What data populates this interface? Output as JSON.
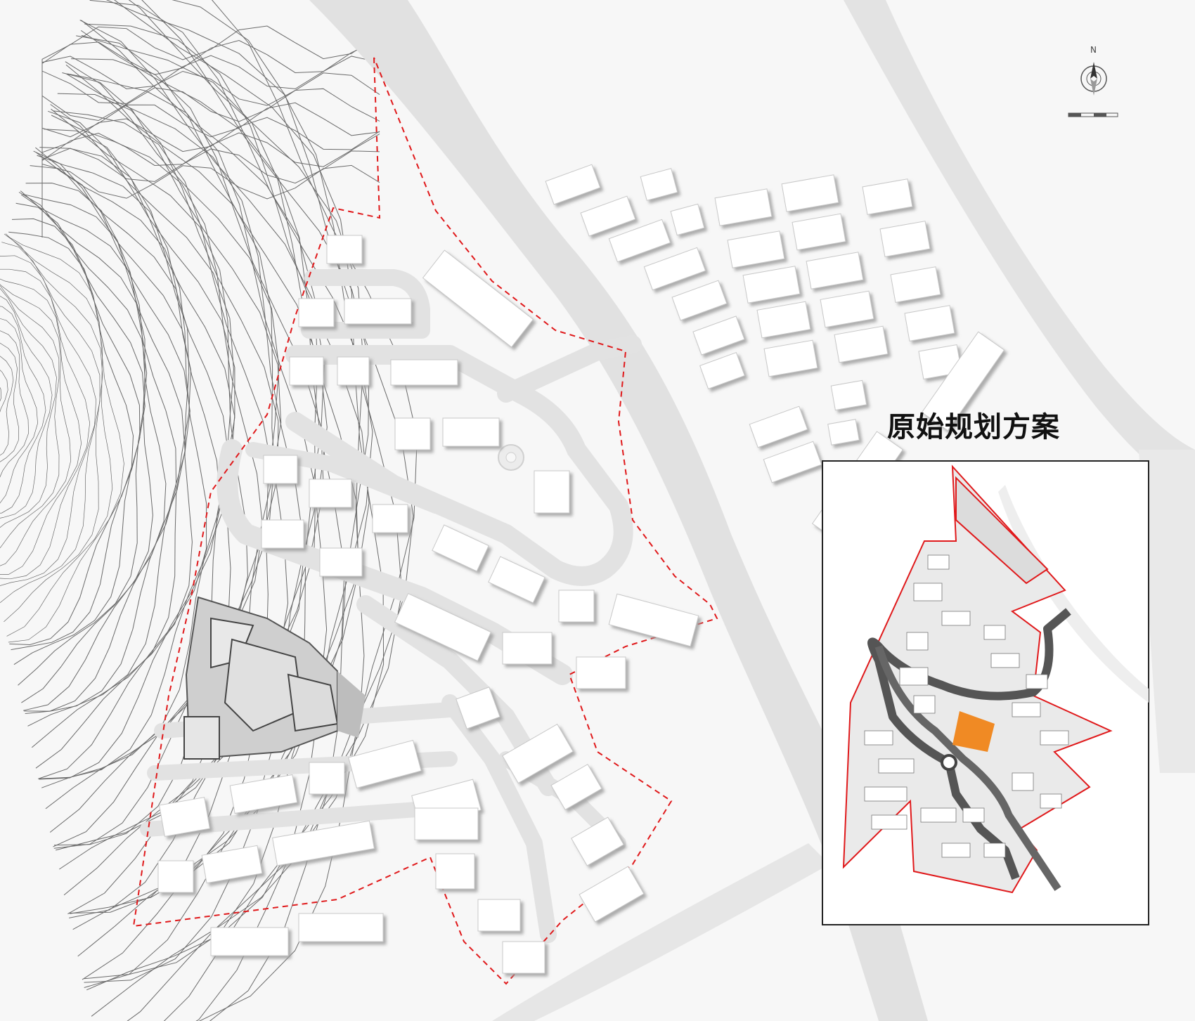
{
  "title": "原始规划方案",
  "compass": {
    "north_label": "N"
  },
  "colors": {
    "background": "#f7f7f7",
    "road": "#e3e3e3",
    "building": "#ffffff",
    "building_shadow": "#bdbdbd",
    "contour": "#6a6a6a",
    "boundary": "#e0191b",
    "inset_road": "#555555",
    "highlight": "#f08a24"
  },
  "icons": [
    "compass-icon",
    "scale-bar-icon"
  ],
  "inset": {
    "name": "original-plan-inset"
  }
}
